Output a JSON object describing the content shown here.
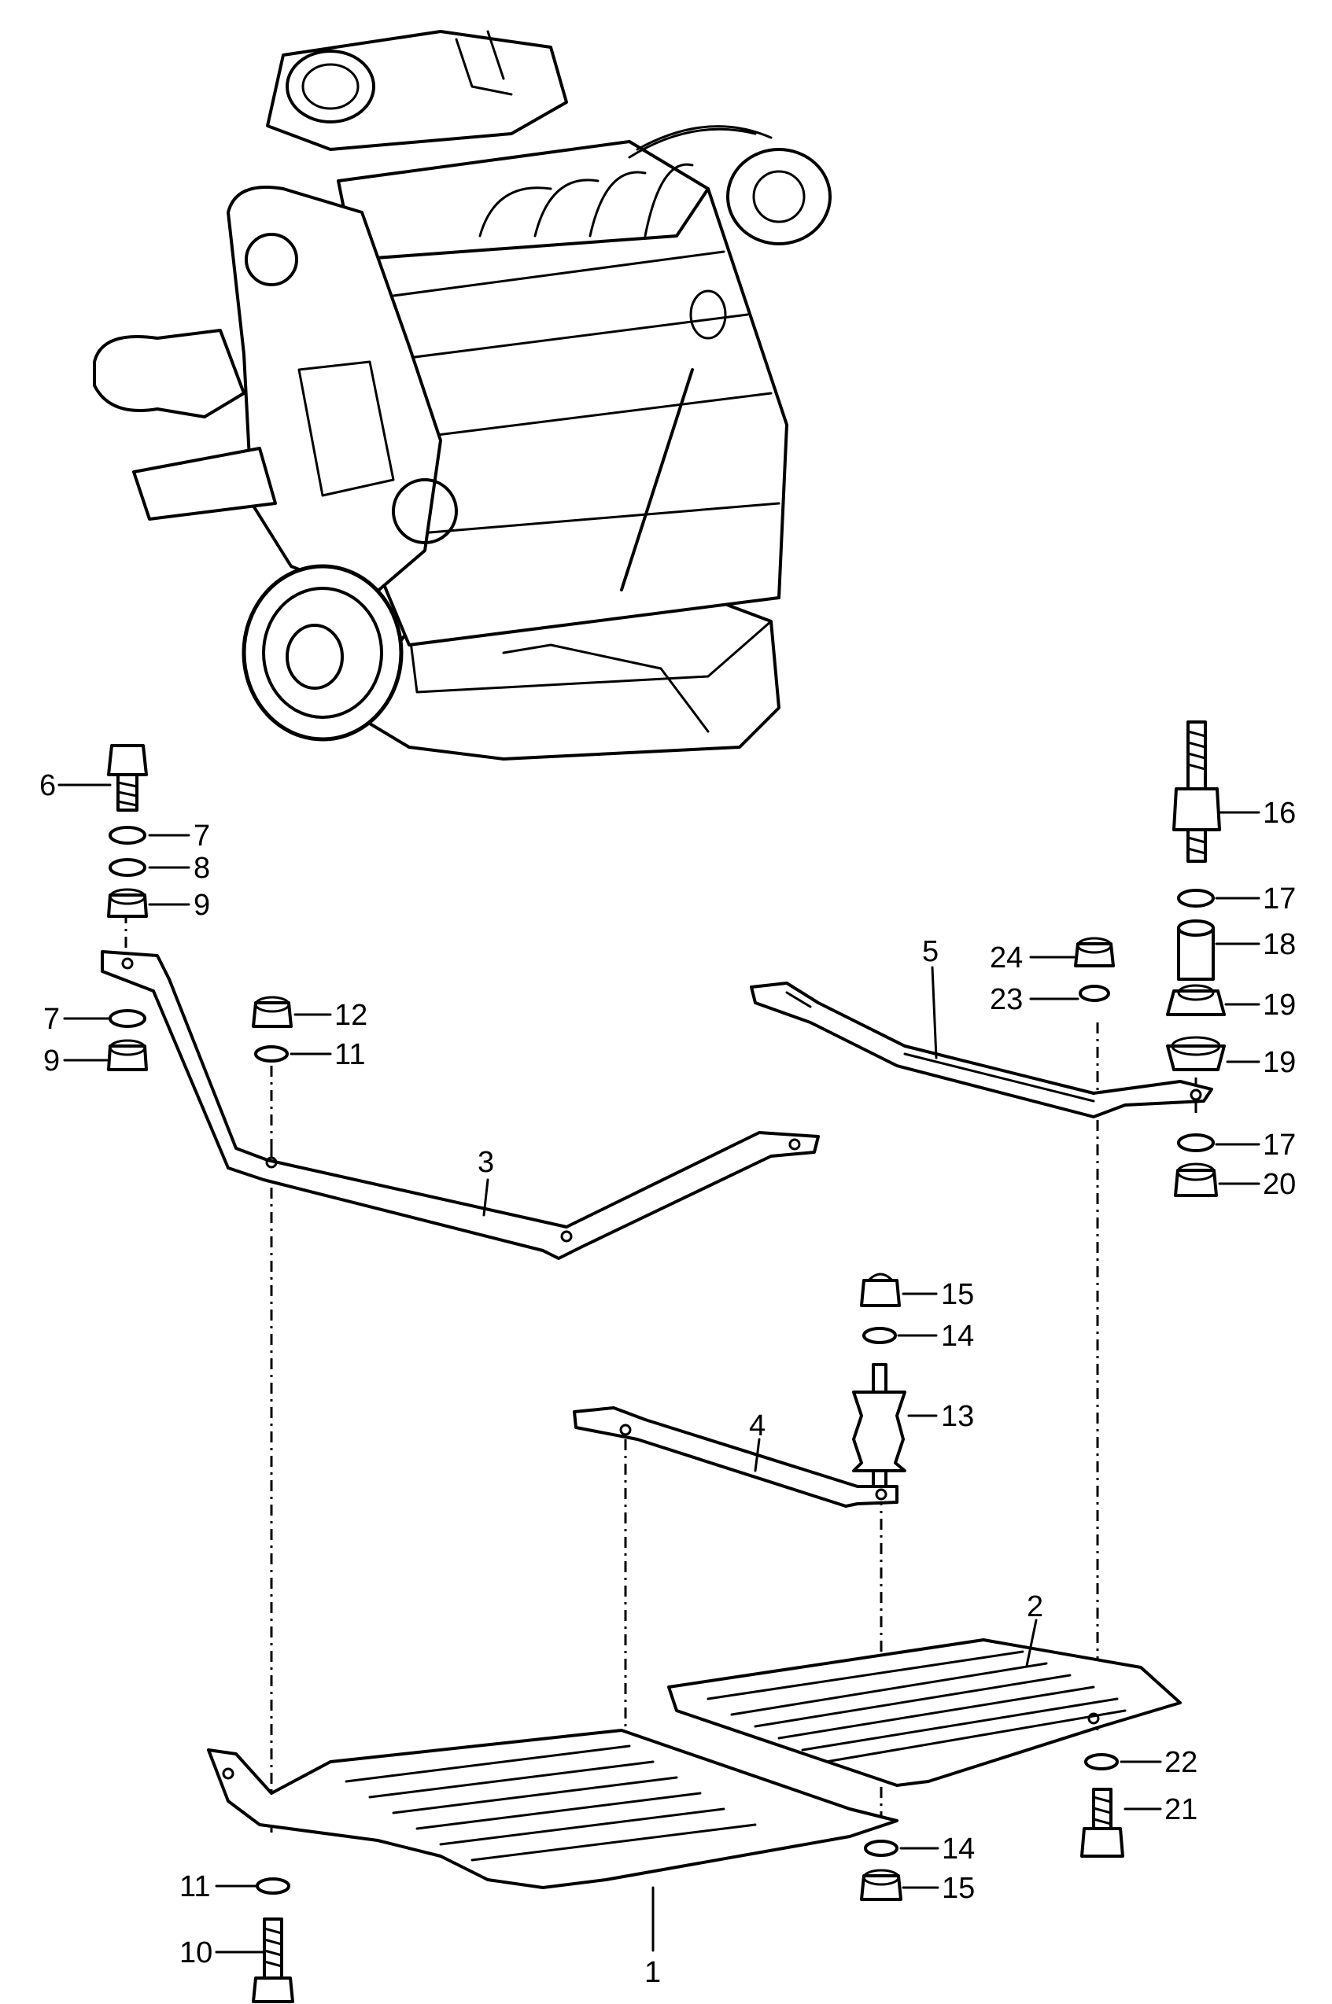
{
  "callouts": {
    "p1": "1",
    "p2": "2",
    "p3": "3",
    "p4": "4",
    "p5": "5",
    "p6": "6",
    "p7a": "7",
    "p7b": "7",
    "p8": "8",
    "p9a": "9",
    "p9b": "9",
    "p10": "10",
    "p11a": "11",
    "p11b": "11",
    "p12": "12",
    "p13": "13",
    "p14a": "14",
    "p14b": "14",
    "p15a": "15",
    "p15b": "15",
    "p16": "16",
    "p17a": "17",
    "p17b": "17",
    "p18": "18",
    "p19a": "19",
    "p19b": "19",
    "p20": "20",
    "p21": "21",
    "p22": "22",
    "p23": "23",
    "p24": "24"
  }
}
